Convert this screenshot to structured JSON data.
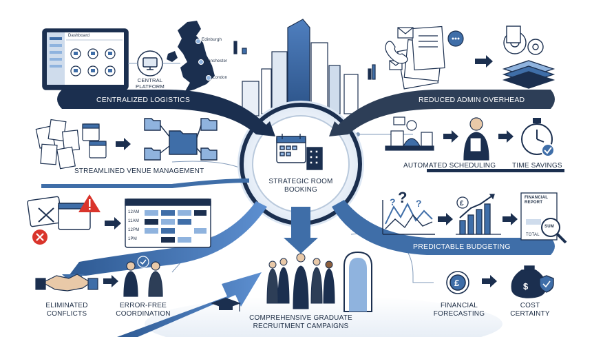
{
  "center": {
    "label_line1": "STRATEGIC ROOM",
    "label_line2": "BOOKING"
  },
  "stages": {
    "centralized_logistics": "CENTRALIZED LOGISTICS",
    "reduced_admin_overhead": "REDUCED ADMIN OVERHEAD",
    "streamlined_venue_management": "STREAMLINED VENUE MANAGEMENT",
    "automated_scheduling": "AUTOMATED SCHEDULING",
    "time_savings": "TIME SAVINGS",
    "predictable_budgeting": "PREDICTABLE BUDGETING",
    "eliminated_conflicts_line1": "ELIMINATED",
    "eliminated_conflicts_line2": "CONFLICTS",
    "error_free_line1": "ERROR-FREE",
    "error_free_line2": "COORDINATION",
    "financial_forecasting_line1": "FINANCIAL",
    "financial_forecasting_line2": "FORECASTING",
    "cost_certainty_line1": "COST",
    "cost_certainty_line2": "CERTAINTY",
    "campaigns_line1": "COMPREHENSIVE GRADUATE",
    "campaigns_line2": "RECRUITMENT CAMPAIGNS"
  },
  "platform": {
    "label_line1": "CENTRAL",
    "label_line2": "PLATFORM",
    "dashboard_title": "Dashboard"
  },
  "map_cities": [
    "Edinburgh",
    "Manchester",
    "London"
  ],
  "schedule_times": [
    "12AM",
    "11AM",
    "12PM",
    "1PM"
  ],
  "report": {
    "title_line1": "FINANCIAL",
    "title_line2": "REPORT",
    "sum": "SUM",
    "total": "TOTAL"
  },
  "colors": {
    "navy": "#1b2f4f",
    "blue": "#3f6ea8",
    "light_blue": "#8fb3de",
    "grey": "#c9d3df",
    "red": "#d9342b"
  }
}
